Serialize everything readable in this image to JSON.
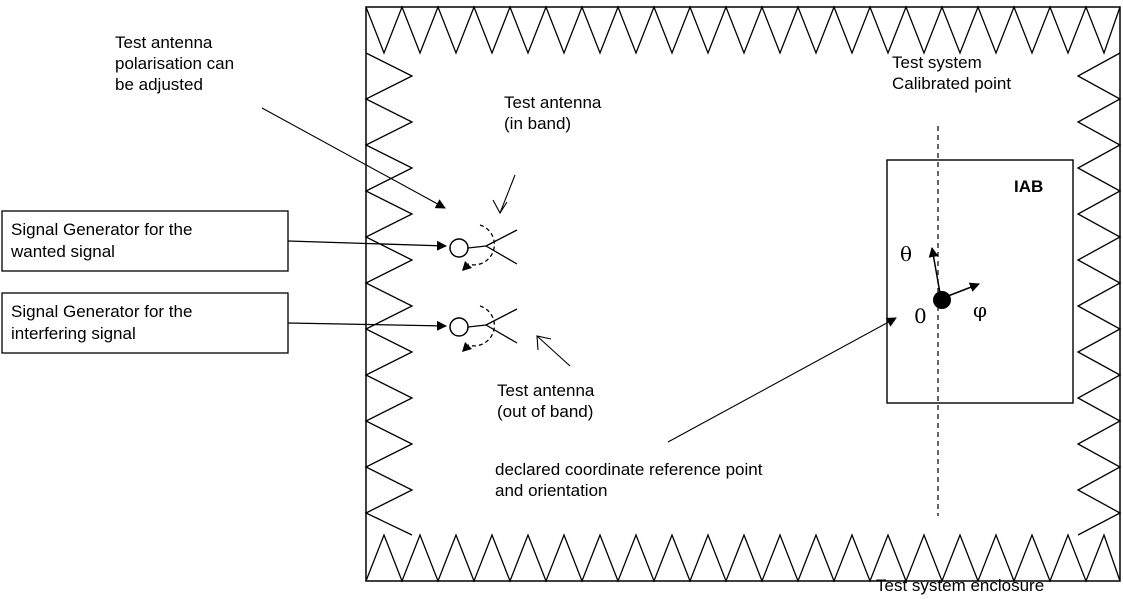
{
  "labels": {
    "polarisation_note": "Test antenna\npolarisation can\nbe adjusted",
    "antenna_in_band": "Test antenna\n(in band)",
    "antenna_out_of_band": "Test antenna\n(out of band)",
    "calibrated_point": "Test system\nCalibrated point",
    "reference_point": "declared coordinate reference point\nand orientation",
    "enclosure": "Test system enclosure",
    "iab": "IAB",
    "theta": "θ",
    "phi": "φ",
    "origin": "0"
  },
  "generators": {
    "wanted": "Signal Generator for the\nwanted signal",
    "interfering": "Signal Generator for the\ninterfering signal"
  }
}
